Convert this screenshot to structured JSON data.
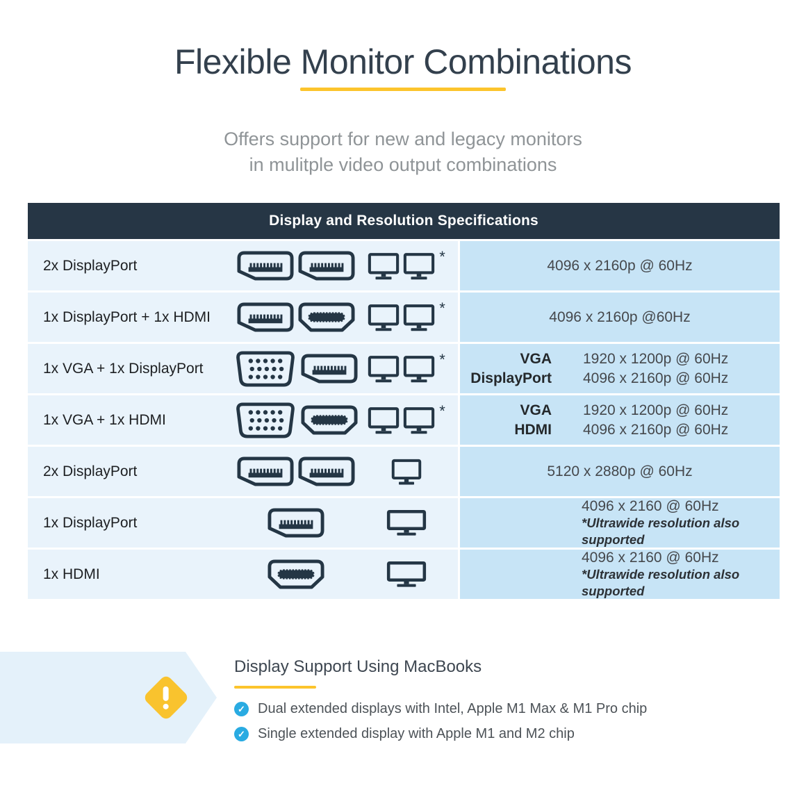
{
  "page": {
    "title": "Flexible Monitor Combinations",
    "subtitle_line1": "Offers support for new and legacy monitors",
    "subtitle_line2": "in mulitple video output combinations"
  },
  "colors": {
    "accent_yellow": "#fcc42c",
    "header_navy": "#263645",
    "cell_light_blue": "#e9f3fb",
    "cell_blue": "#c7e4f6",
    "check_blue": "#29abe2",
    "warning_yellow": "#f9c32e",
    "icon_navy": "#243645"
  },
  "table": {
    "header": "Display and Resolution Specifications",
    "rows": [
      {
        "label": "2x DisplayPort",
        "connectors": [
          "displayport",
          "displayport"
        ],
        "monitor": "dual",
        "asterisk": "*",
        "resolution": "4096 x 2160p @ 60Hz"
      },
      {
        "label": "1x DisplayPort + 1x HDMI",
        "connectors": [
          "displayport",
          "hdmi"
        ],
        "monitor": "dual",
        "asterisk": "*",
        "resolution": "4096 x 2160p @60Hz"
      },
      {
        "label": "1x VGA + 1x DisplayPort",
        "connectors": [
          "vga",
          "displayport"
        ],
        "monitor": "dual",
        "asterisk": "*",
        "pairs": [
          {
            "port": "VGA",
            "resolution": "1920 x 1200p @ 60Hz"
          },
          {
            "port": "DisplayPort",
            "resolution": "4096 x 2160p @ 60Hz"
          }
        ]
      },
      {
        "label": "1x VGA + 1x HDMI",
        "connectors": [
          "vga",
          "hdmi"
        ],
        "monitor": "dual",
        "asterisk": "*",
        "pairs": [
          {
            "port": "VGA",
            "resolution": "1920 x 1200p @ 60Hz"
          },
          {
            "port": "HDMI",
            "resolution": "4096 x 2160p @ 60Hz"
          }
        ]
      },
      {
        "label": "2x DisplayPort",
        "connectors": [
          "displayport",
          "displayport"
        ],
        "monitor": "single",
        "resolution": "5120 x 2880p @ 60Hz"
      },
      {
        "label": "1x DisplayPort",
        "connectors": [
          "displayport"
        ],
        "monitor": "single-wide",
        "resolution": "4096 x 2160 @ 60Hz",
        "note": "*Ultrawide resolution also supported"
      },
      {
        "label": "1x HDMI",
        "connectors": [
          "hdmi"
        ],
        "monitor": "single-wide",
        "resolution": "4096 x 2160 @ 60Hz",
        "note": "*Ultrawide resolution also supported"
      }
    ]
  },
  "macbook": {
    "heading": "Display Support Using MacBooks",
    "check_glyph": "✓",
    "items": [
      "Dual extended displays with Intel, Apple M1 Max & M1 Pro chip",
      "Single extended display with Apple M1 and M2 chip"
    ]
  }
}
